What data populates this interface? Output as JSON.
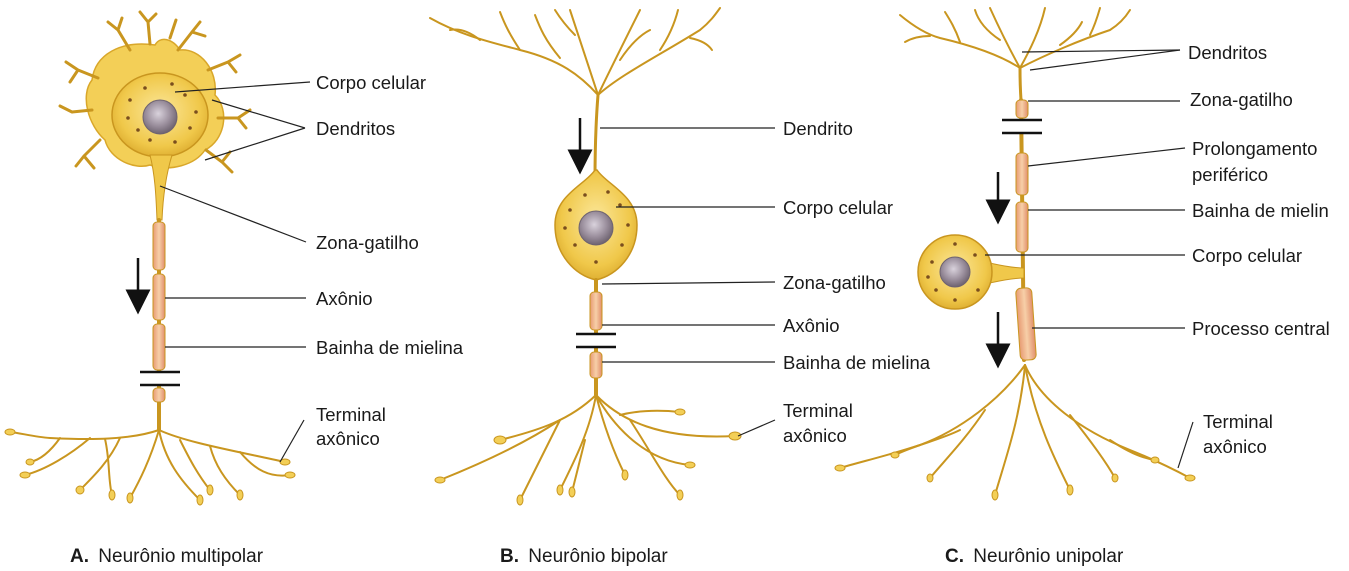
{
  "colors": {
    "neuron": "#c9961f",
    "neuron_light": "#f3cf57",
    "myelin": "#f2b98a",
    "nucleus": "#8f8290",
    "arrow": "#111111"
  },
  "panels": [
    {
      "caption_letter": "A.",
      "caption_text": "Neurônio multipolar",
      "labels": {
        "cell_body": "Corpo celular",
        "dendrites": "Dendritos",
        "trigger_zone": "Zona-gatilho",
        "axon": "Axônio",
        "myelin_sheath": "Bainha de mielina",
        "axon_terminal_1": "Terminal",
        "axon_terminal_2": "axônico"
      }
    },
    {
      "caption_letter": "B.",
      "caption_text": "Neurônio bipolar",
      "labels": {
        "dendrite": "Dendrito",
        "cell_body": "Corpo celular",
        "trigger_zone": "Zona-gatilho",
        "axon": "Axônio",
        "myelin_sheath": "Bainha de mielina",
        "axon_terminal_1": "Terminal",
        "axon_terminal_2": "axônico"
      }
    },
    {
      "caption_letter": "C.",
      "caption_text": "Neurônio unipolar",
      "labels": {
        "dendrites": "Dendritos",
        "trigger_zone": "Zona-gatilho",
        "peripheral_process_1": "Prolongamento",
        "peripheral_process_2": "periférico",
        "myelin_sheath": "Bainha de mielin",
        "cell_body": "Corpo celular",
        "central_process": "Processo central",
        "axon_terminal_1": "Terminal",
        "axon_terminal_2": "axônico"
      }
    }
  ]
}
